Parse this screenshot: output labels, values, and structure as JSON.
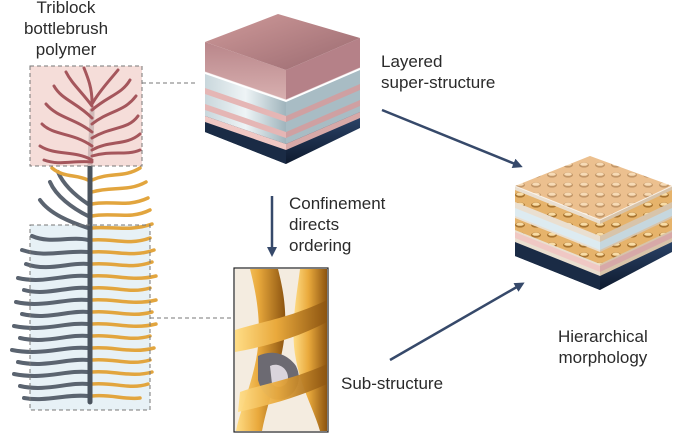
{
  "labels": {
    "polymer": [
      "Triblock",
      "bottlebrush",
      "polymer"
    ],
    "layered": [
      "Layered",
      "super-structure"
    ],
    "confinement": [
      "Confinement",
      "directs",
      "ordering"
    ],
    "hierarchical": [
      "Hierarchical",
      "morphology"
    ],
    "substructure": "Sub-structure"
  },
  "colors": {
    "pink_block": "#c58a88",
    "pink_box": "#f2d5d0",
    "gold_block": "#e2a53e",
    "grey_block": "#5b6470",
    "blue_box": "#dcecf4",
    "navy_base": "#1a2b45",
    "arrow": "#36496a",
    "dashed": "#777777"
  }
}
